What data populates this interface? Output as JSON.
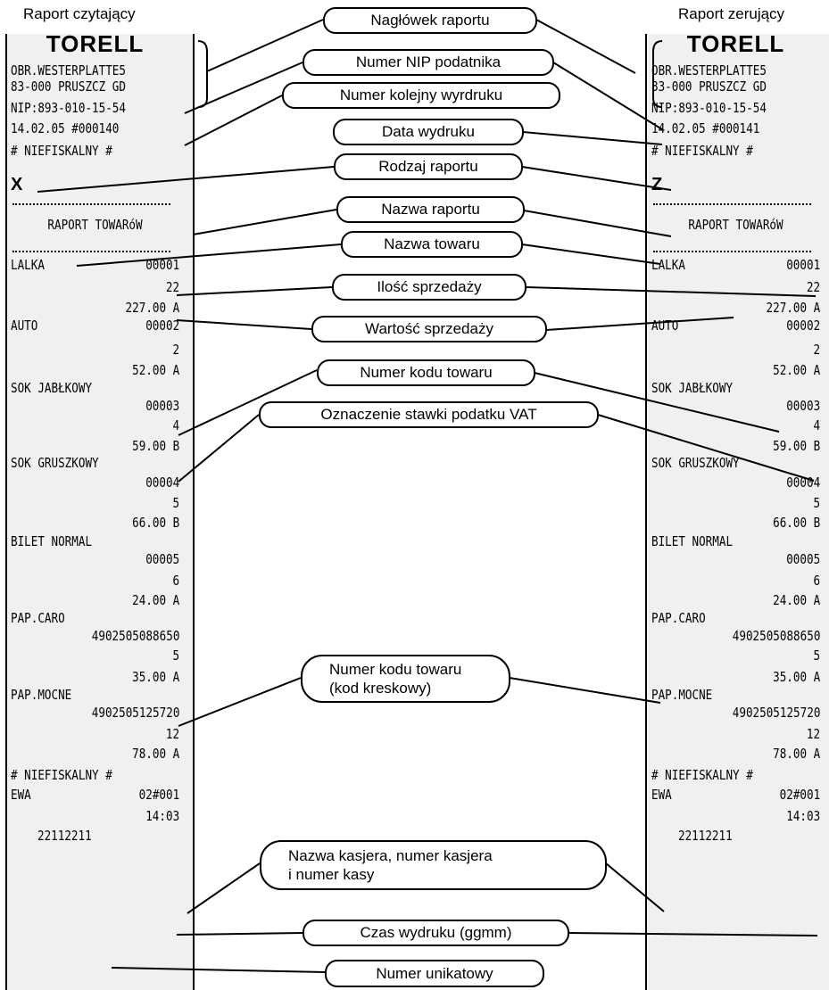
{
  "titles": {
    "left": "Raport czytający",
    "right": "Raport zerujący"
  },
  "receipt_left": {
    "header_name": "TORELL",
    "address1": "OBR.WESTERPLATTE5",
    "address2": "83-000 PRUSZCZ GD",
    "nip": "NIP:893-010-15-54",
    "date_no": "14.02.05 #000140",
    "nonfiscal": "# NIEFISKALNY #",
    "report_type": "X",
    "report_name": "RAPORT TOWARóW",
    "items": [
      {
        "name": "LALKA",
        "code": "00001",
        "qty": "22",
        "value": "227.00 A"
      },
      {
        "name": "AUTO",
        "code": "00002",
        "qty": "2",
        "value": "52.00 A"
      },
      {
        "name": "SOK JABŁKOWY",
        "code": "00003",
        "qty": "4",
        "value": "59.00 B"
      },
      {
        "name": "SOK GRUSZKOWY",
        "code": "00004",
        "qty": "5",
        "value": "66.00 B"
      },
      {
        "name": "BILET NORMAL",
        "code": "00005",
        "qty": "6",
        "value": "24.00 A"
      },
      {
        "name": "PAP.CARO",
        "code": "4902505088650",
        "qty": "5",
        "value": "35.00 A"
      },
      {
        "name": "PAP.MOCNE",
        "code": "4902505125720",
        "qty": "12",
        "value": "78.00 A"
      }
    ],
    "footer_nonfiscal": "# NIEFISKALNY #",
    "cashier": "EWA",
    "cashier_no": "02#001",
    "time": "14:03",
    "unique_no": "22112211"
  },
  "receipt_right": {
    "header_name": "TORELL",
    "address1": "OBR.WESTERPLATTE5",
    "address2": "83-000 PRUSZCZ GD",
    "nip": "NIP:893-010-15-54",
    "date_no": "14.02.05 #000141",
    "nonfiscal": "# NIEFISKALNY #",
    "report_type": "Z",
    "report_name": "RAPORT TOWARóW",
    "items": [
      {
        "name": "LALKA",
        "code": "00001",
        "qty": "22",
        "value": "227.00 A"
      },
      {
        "name": "AUTO",
        "code": "00002",
        "qty": "2",
        "value": "52.00 A"
      },
      {
        "name": "SOK JABŁKOWY",
        "code": "00003",
        "qty": "4",
        "value": "59.00 B"
      },
      {
        "name": "SOK GRUSZKOWY",
        "code": "00004",
        "qty": "5",
        "value": "66.00 B"
      },
      {
        "name": "BILET NORMAL",
        "code": "00005",
        "qty": "6",
        "value": "24.00 A"
      },
      {
        "name": "PAP.CARO",
        "code": "4902505088650",
        "qty": "5",
        "value": "35.00 A"
      },
      {
        "name": "PAP.MOCNE",
        "code": "4902505125720",
        "qty": "12",
        "value": "78.00 A"
      }
    ],
    "footer_nonfiscal": "# NIEFISKALNY #",
    "cashier": "EWA",
    "cashier_no": "02#001",
    "time": "14:03",
    "unique_no": "22112211"
  },
  "callouts": {
    "header": "Nagłówek raportu",
    "nip": "Numer NIP podatnika",
    "serial": "Numer kolejny wyrdruku",
    "date": "Data  wydruku",
    "report_type": "Rodzaj raportu",
    "report_name": "Nazwa raportu",
    "item_name": "Nazwa towaru",
    "quantity": "Ilość sprzedaży",
    "value": "Wartość sprzedaży",
    "item_code": "Numer kodu towaru",
    "vat": "Oznaczenie stawki podatku VAT",
    "barcode": "Numer kodu towaru\n(kod kreskowy)",
    "cashier": "Nazwa kasjera, numer kasjera\ni numer kasy",
    "time": "Czas wydruku (ggmm)",
    "unique": "Numer unikatowy"
  }
}
